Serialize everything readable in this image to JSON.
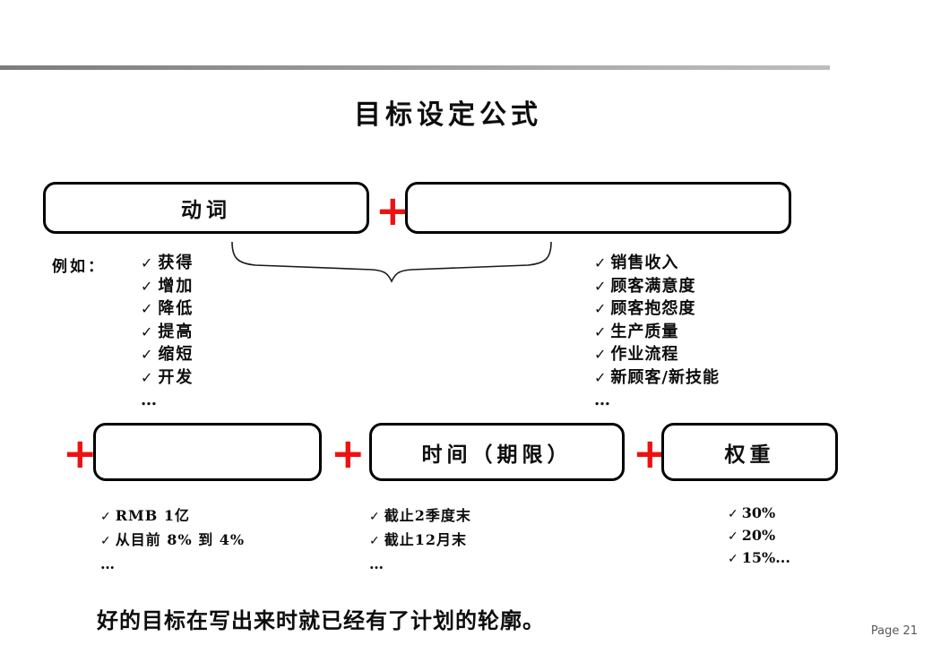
{
  "slide": {
    "title": "目标设定公式",
    "caption": "好的目标在写出来时就已经有了计划的轮廓。",
    "page_label": "Page 21",
    "example_label": "例如：",
    "ellipsis": "…",
    "tick_icon": "✓",
    "plus_symbol": "+",
    "accent_color": "#ee1111",
    "rule_color": "#8c8c8c",
    "text_color": "#0d0d0d"
  },
  "formula": {
    "top_row": [
      {
        "name": "verb",
        "label": "动词"
      },
      {
        "name": "object",
        "label": ""
      }
    ],
    "bottom_row": [
      {
        "name": "target-value",
        "label": ""
      },
      {
        "name": "time",
        "label": "时间（期限）"
      },
      {
        "name": "weight",
        "label": "权重"
      }
    ]
  },
  "lists": {
    "verbs": [
      "获得",
      "增加",
      "降低",
      "提高",
      "缩短",
      "开发"
    ],
    "objects": [
      "销售收入",
      "顾客满意度",
      "顾客抱怨度",
      "生产质量",
      "作业流程",
      "新顾客/新技能"
    ],
    "targets": [
      "RMB 1亿",
      "从目前 8% 到 4%"
    ],
    "times": [
      "截止2季度末",
      "截止12月末"
    ],
    "weights": [
      "30%",
      "20%",
      "15%..."
    ]
  }
}
